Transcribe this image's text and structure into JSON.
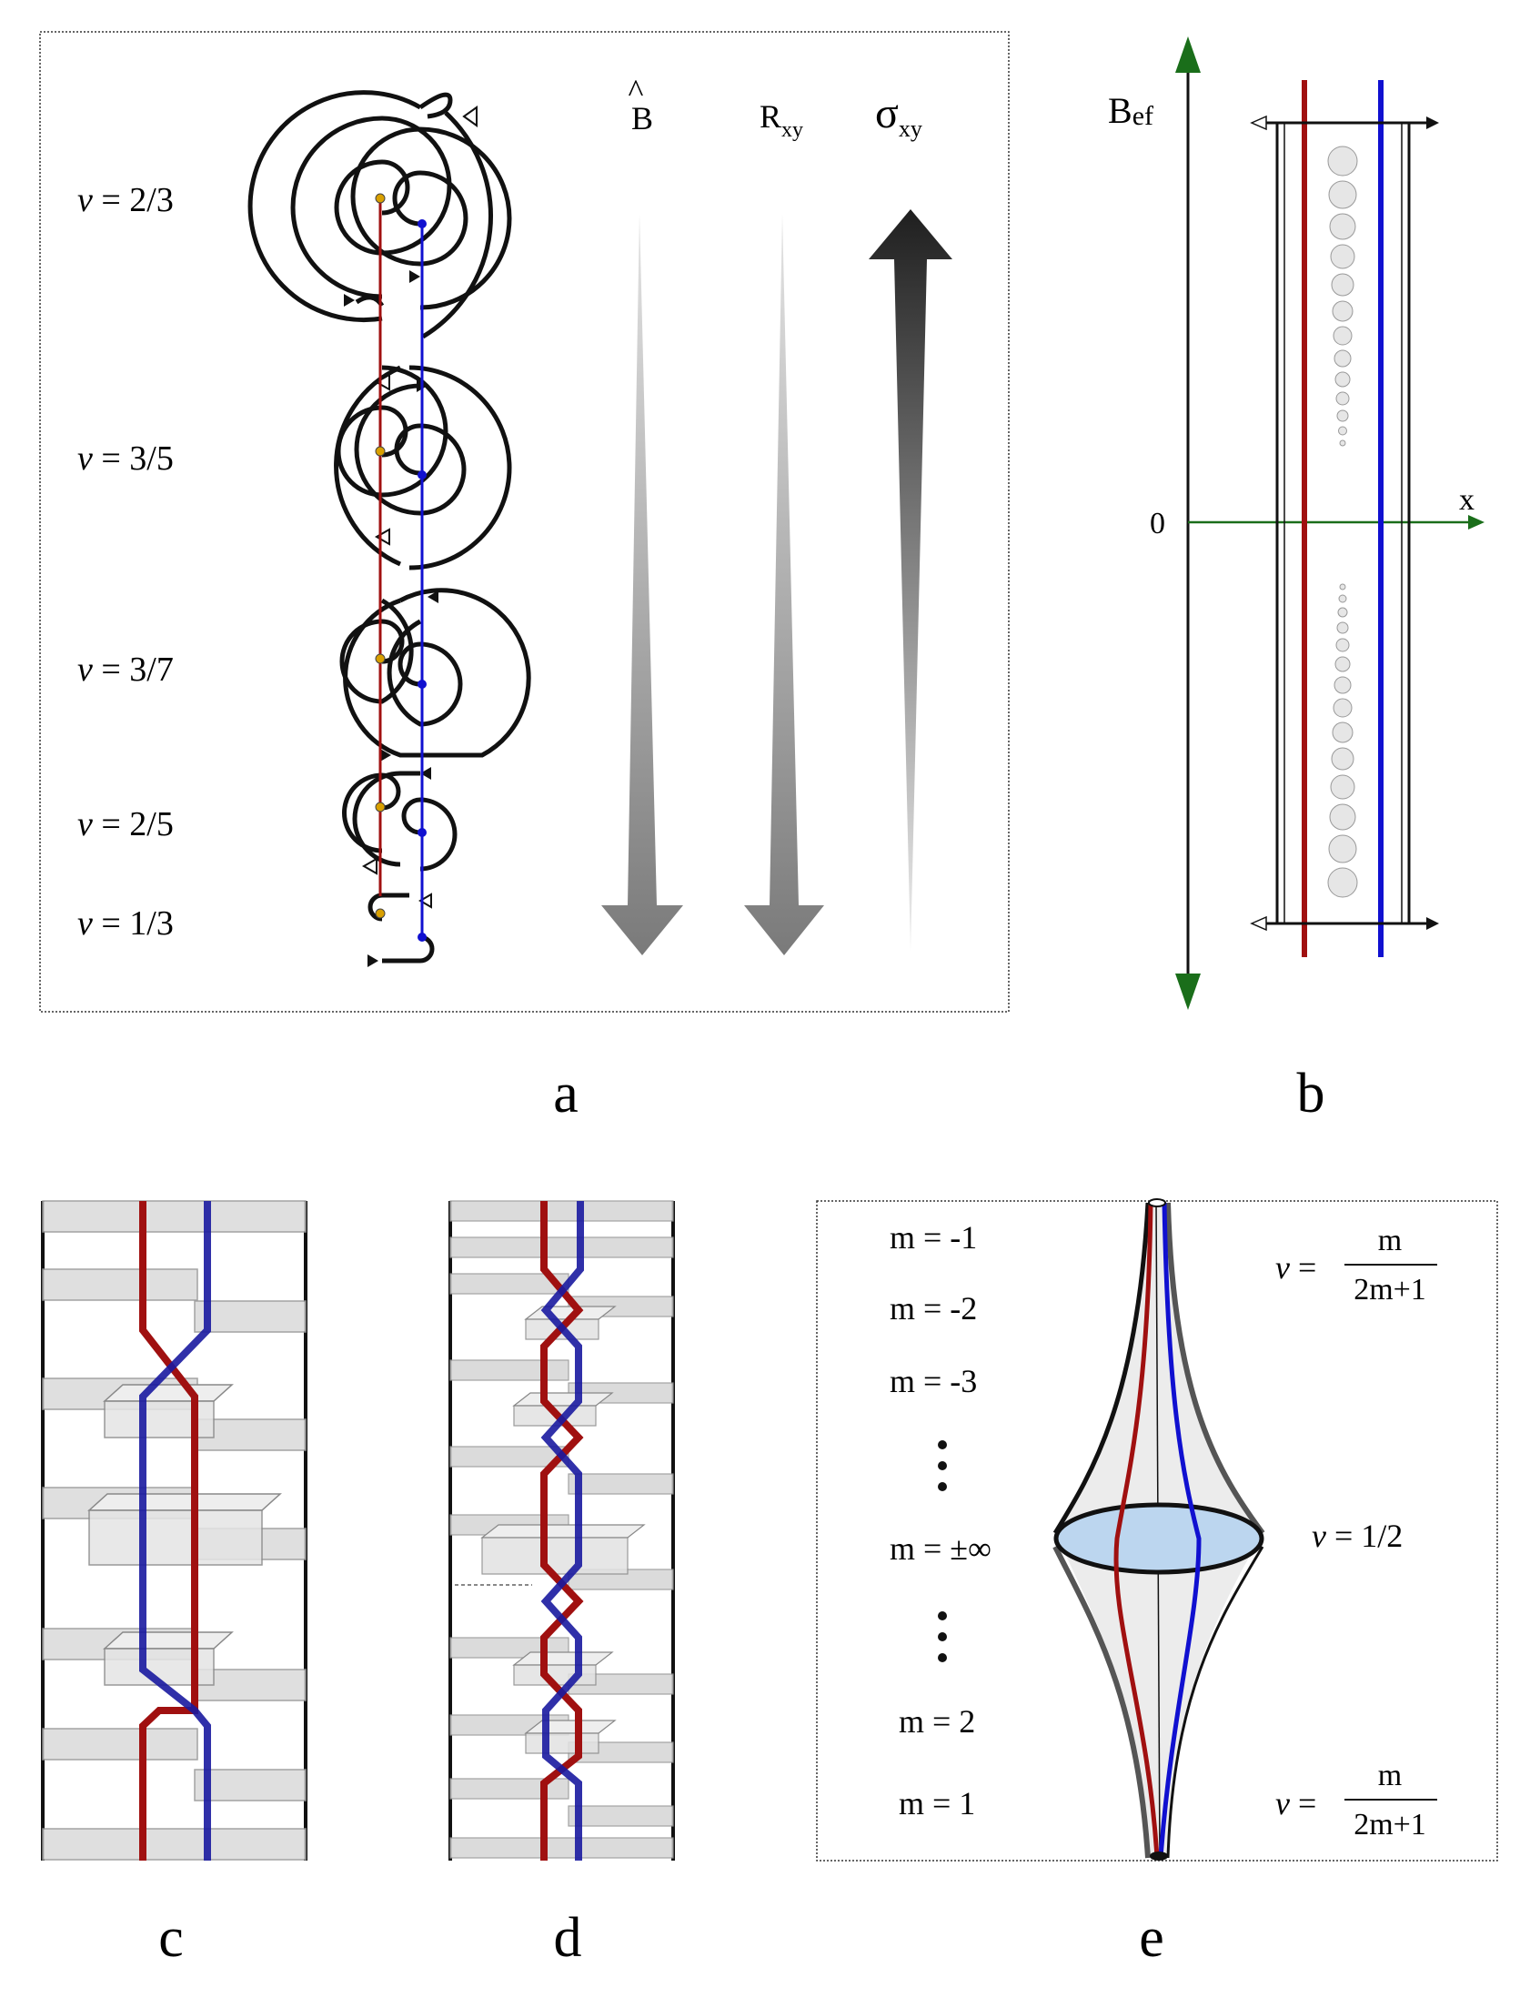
{
  "panel_a": {
    "nu_labels": [
      {
        "nu": "v",
        "eq": " = 2/3"
      },
      {
        "nu": "v",
        "eq": " = 3/5"
      },
      {
        "nu": "v",
        "eq": " = 3/7"
      },
      {
        "nu": "v",
        "eq": " = 2/5"
      },
      {
        "nu": "v",
        "eq": " = 1/3"
      }
    ],
    "col_b_hat": "^",
    "col_b": "B",
    "col_r": "R",
    "col_r_sub": "xy",
    "col_sigma": "σ",
    "col_sigma_sub": "xy",
    "letter": "a"
  },
  "panel_b": {
    "bef_main": "B",
    "bef_sub": "ef",
    "x_label": "x",
    "zero_label": "0",
    "letter": "b"
  },
  "panel_c": {
    "letter": "c"
  },
  "panel_d": {
    "letter": "d"
  },
  "panel_e": {
    "m_labels": [
      "m = -1",
      "m = -2",
      "m = -3",
      "m = ±∞",
      "m = 2",
      "m = 1"
    ],
    "formula_top": {
      "nu": "v",
      "eq": " = ",
      "num": "m",
      "den": "2m+1"
    },
    "formula_mid": {
      "nu": "v",
      "eq": " = 1/2"
    },
    "formula_bot": {
      "nu": "v",
      "eq": " = ",
      "num": "m",
      "den": "2m+1"
    },
    "letter": "e"
  },
  "colors": {
    "red": "#a01010",
    "blue": "#1010d0",
    "green": "#1a6e1a",
    "black": "#111111",
    "gray_fill": "#dcdcdc",
    "disc": "#bcd6ef"
  }
}
